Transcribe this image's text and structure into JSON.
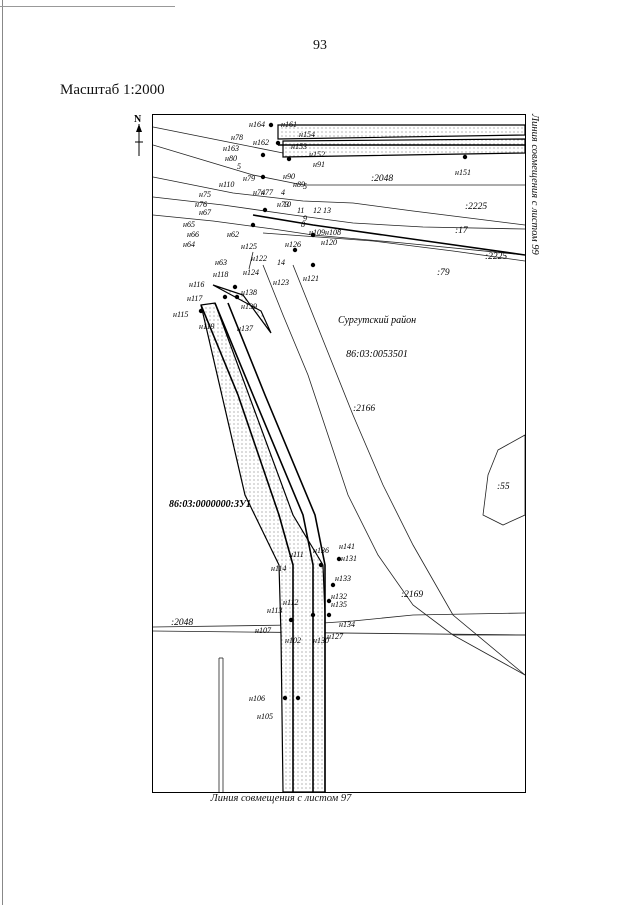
{
  "page_number": "93",
  "scale_label": "Масштаб 1:2000",
  "north_label": "N",
  "caption_right": "Линия совмещения с листом 99",
  "caption_bottom": "Линия совмещения с листом 97",
  "map_labels": {
    "region": "Сургутский район",
    "cadastral_block": "86:03:0053501",
    "parcel": "86:03:0000000:ЗУ1",
    "parcel_refs": [
      ":2048",
      ":2225",
      ":17",
      ":2225",
      ":79",
      ":2166",
      ":55",
      ":2169",
      ":2048"
    ]
  },
  "point_labels": [
    "н164",
    "н161",
    "н78",
    "н162",
    "н154",
    "н163",
    "н153",
    "н80",
    "н152",
    "5",
    "н91",
    "н79",
    "н90",
    "н89",
    "н151",
    "5",
    "н110",
    "н74",
    "н77",
    "4",
    "н75",
    "н76",
    "н73",
    "10",
    "11",
    "12",
    "13",
    "9",
    "н67",
    "н65",
    "8",
    "н109",
    "н108",
    "н66",
    "н62",
    "н120",
    "н64",
    "н125",
    "н126",
    "14",
    "н63",
    "н122",
    "н121",
    "н118",
    "н124",
    "н123",
    "н116",
    "н138",
    "н117",
    "н139",
    "н115",
    "н119",
    "н137",
    "н111",
    "н136",
    "н141",
    "н114",
    "н131",
    "н133",
    "н132",
    "н112",
    "н135",
    "н113",
    "н134",
    "н107",
    "н102",
    "н130",
    "н127",
    "н106",
    "н105"
  ]
}
